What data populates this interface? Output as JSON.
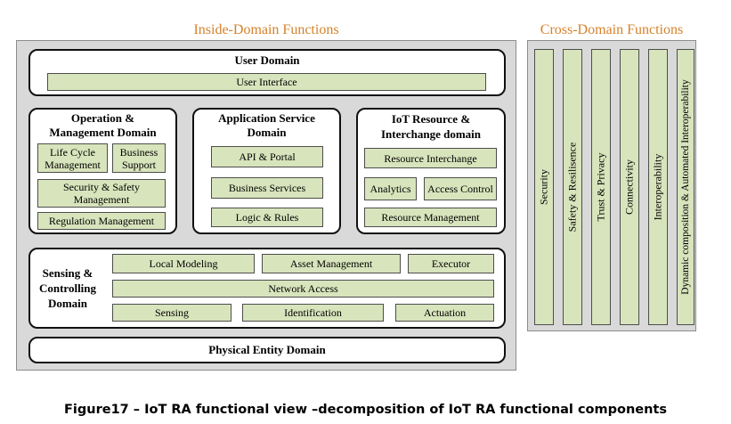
{
  "inside_title": "Inside-Domain Functions",
  "cross_title": "Cross-Domain Functions",
  "user_domain": {
    "title": "User Domain",
    "components": [
      "User Interface"
    ]
  },
  "operation_domain": {
    "title_line1": "Operation &",
    "title_line2": "Management Domain",
    "components": [
      "Life Cycle Management",
      "Business Support",
      "Security & Safety Management",
      "Regulation Management"
    ]
  },
  "application_domain": {
    "title_line1": "Application Service",
    "title_line2": "Domain",
    "components": [
      "API & Portal",
      "Business Services",
      "Logic & Rules"
    ]
  },
  "iot_domain": {
    "title_line1": "IoT Resource &",
    "title_line2": "Interchange domain",
    "components": [
      "Resource Interchange",
      "Analytics",
      "Access Control",
      "Resource Management"
    ]
  },
  "sensing_domain": {
    "title_line1": "Sensing &",
    "title_line2": "Controlling",
    "title_line3": "Domain",
    "components": [
      "Local Modeling",
      "Asset Management",
      "Executor",
      "Network Access",
      "Sensing",
      "Identification",
      "Actuation"
    ]
  },
  "physical_domain": {
    "title": "Physical Entity Domain"
  },
  "cross_functions": [
    "Security",
    "Safety & Resilisence",
    "Trust & Privacy",
    "Connectivity",
    "Interoperability",
    "Dynamic composition & Automated Interoperability"
  ],
  "caption": "Figure17 – IoT RA functional view –decomposition of IoT RA functional components"
}
